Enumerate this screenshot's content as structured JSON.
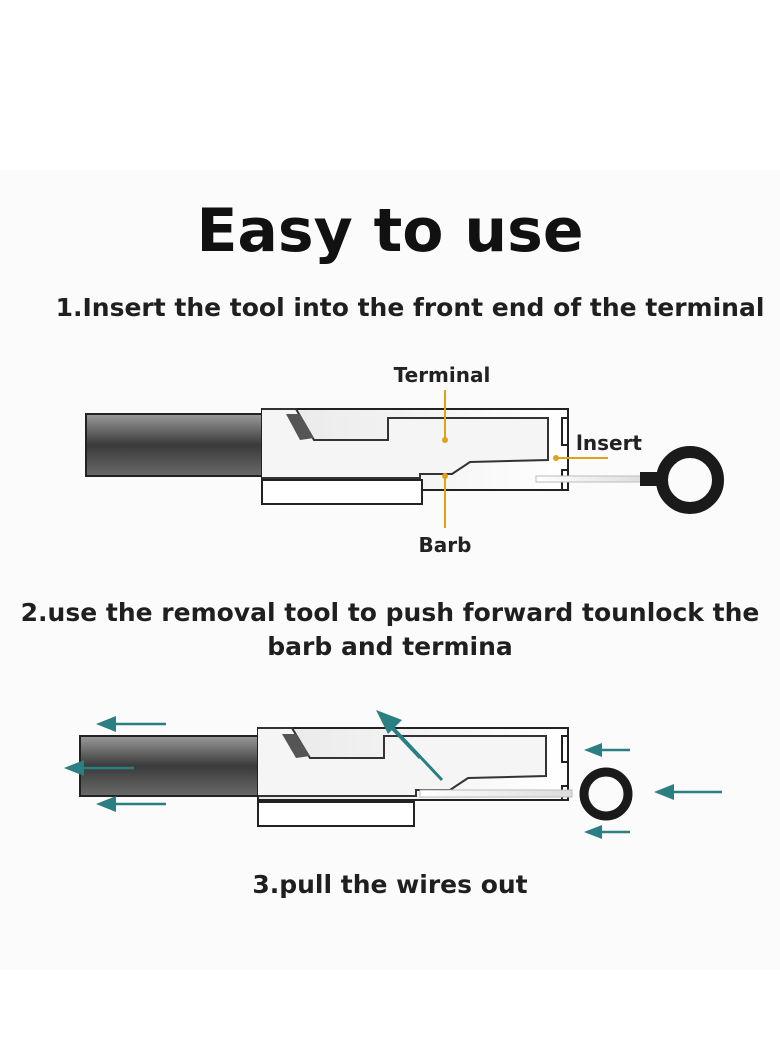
{
  "title": "Easy to use",
  "steps": [
    "1.Insert the tool into the front end of the terminal",
    "2.use the removal tool to push forward tounlock the barb and termina",
    "3.pull the wires out"
  ],
  "labels": {
    "terminal": "Terminal",
    "insert": "lnsert",
    "barb": "Barb"
  },
  "colors": {
    "callout": "#e0a21c",
    "arrow": "#2a7f82",
    "tool": "#1a1a1a"
  }
}
